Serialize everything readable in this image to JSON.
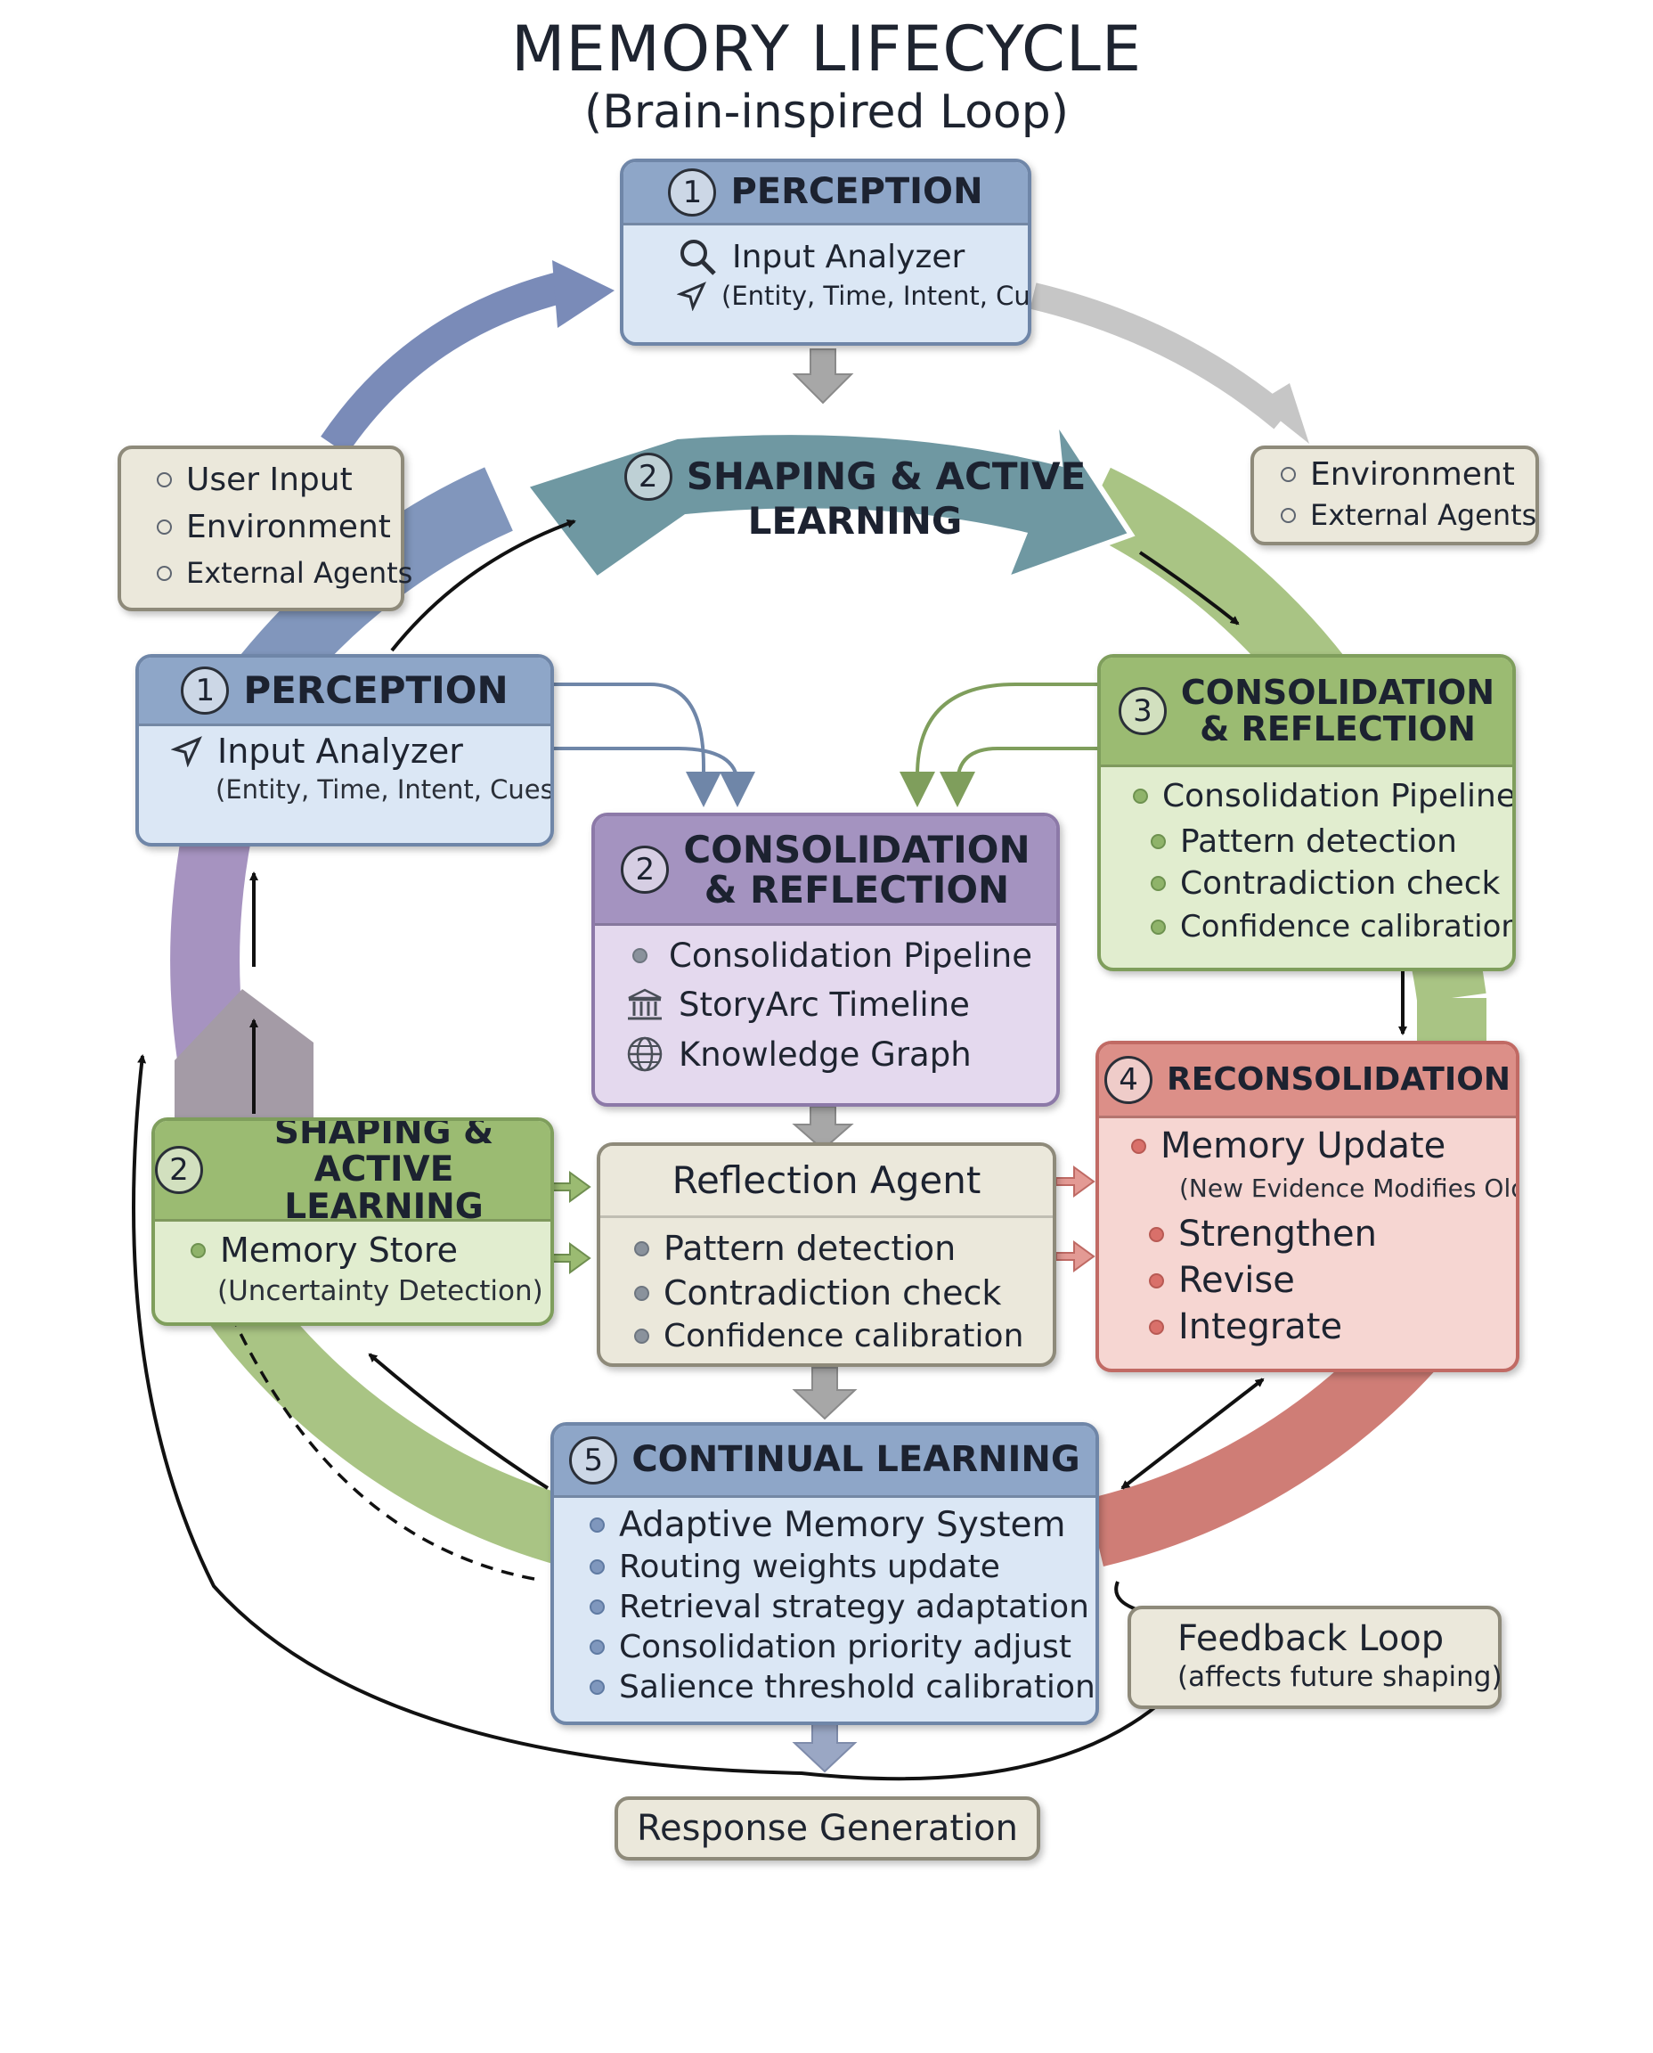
{
  "title": "MEMORY LIFECYCLE",
  "subtitle": "(Brain-inspired Loop)",
  "perception_top": {
    "number": "1",
    "title": "PERCEPTION",
    "line1": "Input Analyzer",
    "line2": "(Entity, Time, Intent, Cues)",
    "line1_icon": "magnifier-icon",
    "line2_icon": "navigation-arrow-icon"
  },
  "inputs_left": {
    "items": [
      "User Input",
      "Environment",
      "External Agents"
    ]
  },
  "inputs_right": {
    "items": [
      "Environment",
      "External Agents"
    ]
  },
  "shaping_arrow": {
    "number": "2",
    "line1": "SHAPING & ACTIVE",
    "line2": "LEARNING"
  },
  "perception_left": {
    "number": "1",
    "title": "PERCEPTION",
    "line1": "Input Analyzer",
    "line2": "(Entity, Time, Intent, Cues)",
    "line1_icon": "navigation-arrow-icon"
  },
  "consolidation_center": {
    "number": "2",
    "title_line1": "CONSOLIDATION",
    "title_line2": "& REFLECTION",
    "items": [
      {
        "label": "Consolidation Pipeline",
        "icon": "bullet"
      },
      {
        "label": "StoryArc Timeline",
        "icon": "institution-icon"
      },
      {
        "label": "Knowledge Graph",
        "icon": "globe-icon"
      }
    ]
  },
  "consolidation_right": {
    "number": "3",
    "title_line1": "CONSOLIDATION",
    "title_line2": "& REFLECTION",
    "items": [
      "Consolidation Pipeline",
      "Pattern detection",
      "Contradiction check",
      "Confidence calibration"
    ]
  },
  "shaping_left": {
    "number": "2",
    "title_line1": "SHAPING &",
    "title_line2": "ACTIVE LEARNING",
    "item": "Memory Store",
    "item_sub": "(Uncertainty Detection)"
  },
  "reflection_agent": {
    "title": "Reflection Agent",
    "items": [
      "Pattern detection",
      "Contradiction check",
      "Confidence calibration"
    ]
  },
  "reconsolidation": {
    "number": "4",
    "title": "RECONSOLIDATION",
    "item": "Memory Update",
    "item_sub": "(New Evidence Modifies Old)",
    "items": [
      "Strengthen",
      "Revise",
      "Integrate"
    ]
  },
  "continual_learning": {
    "number": "5",
    "title": "CONTINUAL LEARNING",
    "items": [
      "Adaptive Memory System",
      "Routing weights update",
      "Retrieval strategy adaptation",
      "Consolidation priority adjust",
      "Salience threshold calibration"
    ]
  },
  "feedback_loop": {
    "title": "Feedback Loop",
    "sub": "(affects future shaping)"
  },
  "response_generation": {
    "label": "Response Generation"
  },
  "colors": {
    "blue": "#8ea6c8",
    "purple": "#a493c0",
    "green": "#9bbb72",
    "red": "#dc8f88",
    "beige": "#ebe8db",
    "teal_arrow": "#6f98a2"
  }
}
